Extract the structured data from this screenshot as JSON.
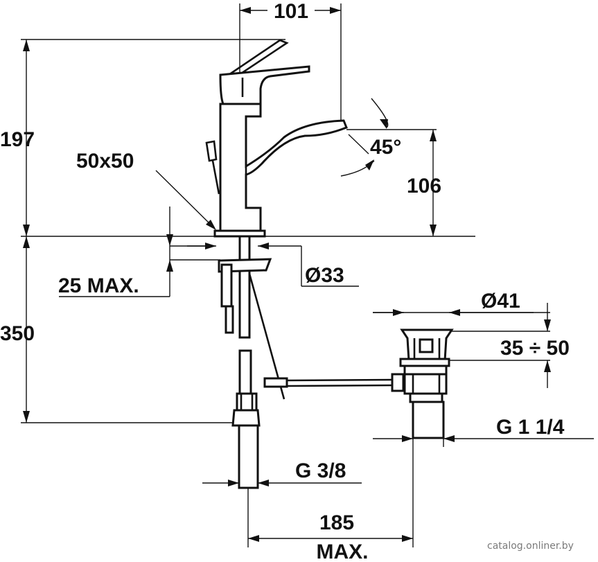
{
  "drawing": {
    "dimensions": {
      "width_top": "101",
      "height_total": "197",
      "base": "50x50",
      "angle": "45°",
      "spout_height": "106",
      "max_thickness": "25 MAX.",
      "hole_diameter": "Ø33",
      "below_height": "350",
      "drain_diameter": "Ø41",
      "drain_range": "35 ÷ 50",
      "drain_thread": "G 1 1/4",
      "supply_thread": "G 3/8",
      "offset": "185",
      "offset_suffix": "MAX."
    },
    "watermark": "catalog.onliner.by"
  }
}
